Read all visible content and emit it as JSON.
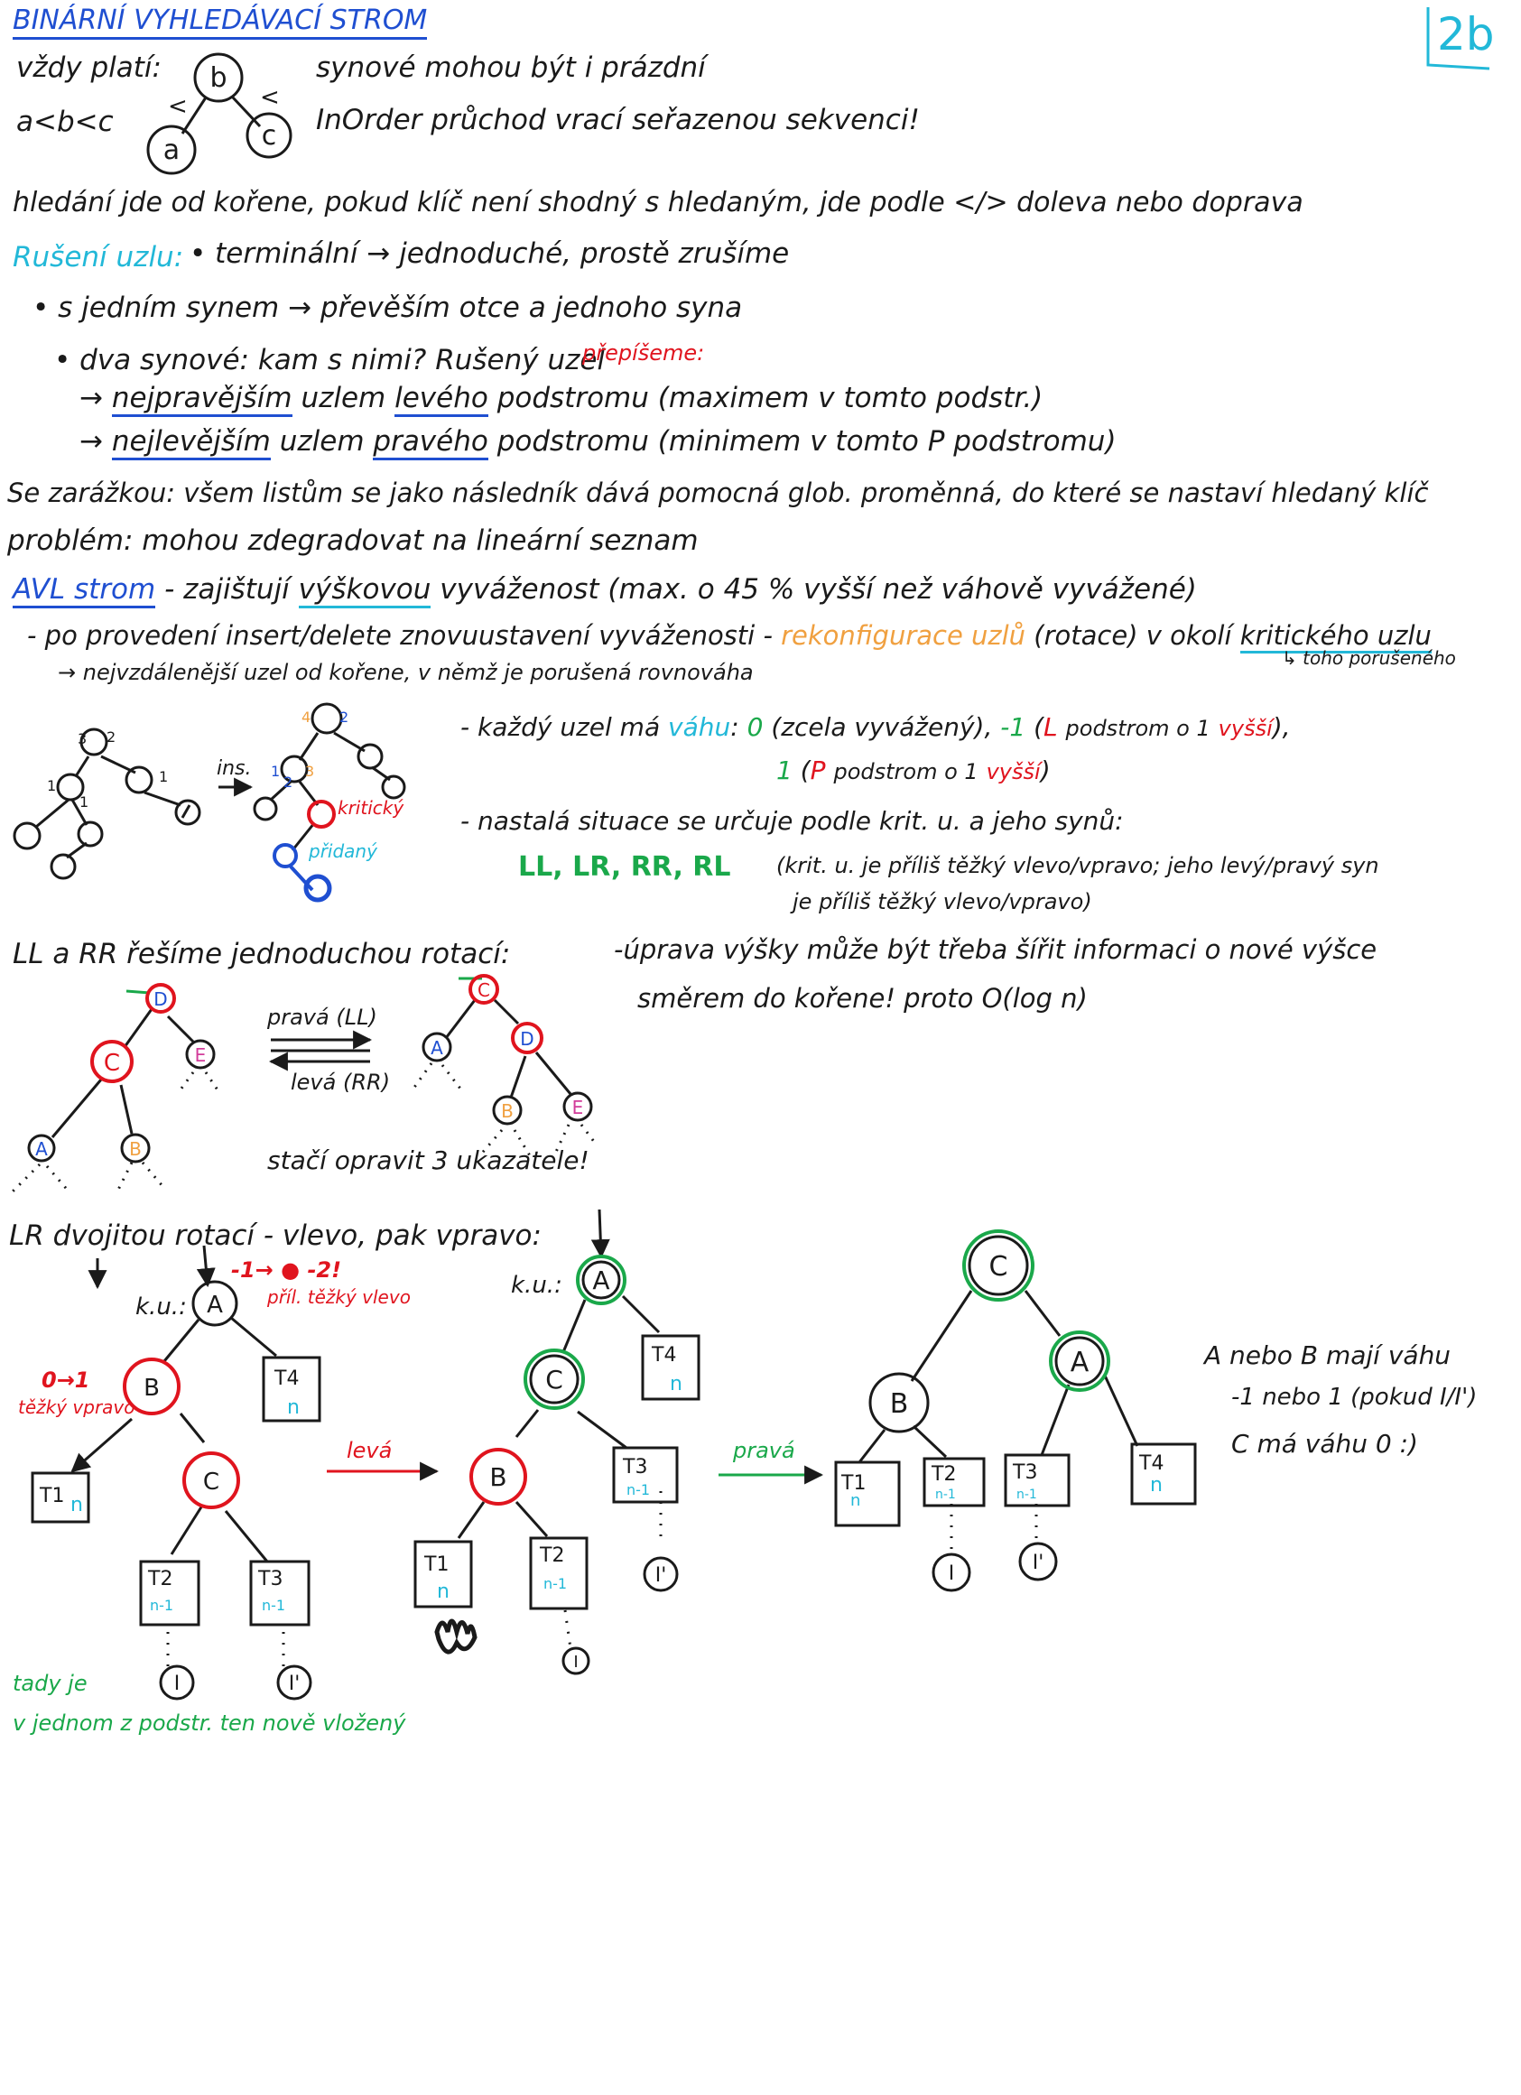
{
  "page_number": "2b",
  "title": "BINÁRNÍ VYHLEDÁVACÍ STROM",
  "intro": {
    "always_holds": "vždy platí:",
    "order": "a<b<c",
    "node_labels": [
      "b",
      "a",
      "c"
    ],
    "lt": "<",
    "sons_empty": "synové mohou být i prázdní",
    "inorder": "InOrder průchod vrací seřazenou sekvenci!"
  },
  "search_line": "hledání jde od kořene, pokud klíč není shodný s hledaným, jde podle </> doleva nebo doprava",
  "deletion": {
    "heading": "Rušení uzlu:",
    "terminal": "• terminální → jednoduché, prostě zrušíme",
    "one_son": "• s jedním synem → převěším otce a jednoho syna",
    "two_sons": "• dva synové: kam s nimi? Rušený uzel",
    "overwrite": "přepíšeme:",
    "opt1_pre": "→",
    "opt1_a": "nejpravějším",
    "opt1_b": "uzlem",
    "opt1_c": "levého",
    "opt1_d": "podstromu (maximem v tomto podstr.)",
    "opt2_pre": "→",
    "opt2_a": "nejlevějším",
    "opt2_b": "uzlem",
    "opt2_c": "pravého",
    "opt2_d": "podstromu (minimem v tomto P podstromu)"
  },
  "sentinel": "Se zarážkou: všem listům se jako následník dává pomocná glob. proměnná, do které se nastaví hledaný klíč",
  "problem": "problém: mohou zdegradovat na lineární seznam",
  "avl": {
    "heading": "AVL strom",
    "desc_a": "- zajištují",
    "desc_b": "výškovou",
    "desc_c": "vyváženost (max. o 45 % vyšší než váhově vyvážené)",
    "insert_a": "- po provedení insert/delete znovuustavení vyváženosti -",
    "insert_b": "rekonfigurace uzlů",
    "insert_c": "(rotace) v okolí",
    "insert_d": "kritického uzlu",
    "insert_note": "↳ toho porušeného",
    "furthest": "→ nejvzdálenější uzel od kořene, v němž je porušená rovnováha"
  },
  "weights": {
    "line1_a": "- každý uzel má",
    "line1_b": "váhu",
    "line1_c": ":",
    "zero": "0",
    "zero_note": "(zcela vyvážený),",
    "minus": "-1",
    "minus_note_a": "(",
    "minus_L": "L",
    "minus_note_b": "podstrom o 1",
    "higher": "vyšší",
    "close": "),",
    "plus": "1",
    "plus_note_a": "(",
    "plus_P": "P",
    "plus_note_b": "podstrom o 1",
    "plus_close": ")"
  },
  "situation": {
    "line1": "- nastalá situace se určuje podle krit. u. a jeho synů:",
    "cases": "LL, LR, RR, RL",
    "line2": "(krit. u. je příliš těžký vlevo/vpravo; jeho levý/pravý syn",
    "line3": "je příliš těžký vlevo/vpravo)"
  },
  "height_update": {
    "line1": "-úprava výšky může být třeba šířit informaci o nové výšce",
    "line2": "směrem do kořene! proto O(log n)"
  },
  "tree_small": {
    "left_labels": [
      "3",
      "2",
      "1",
      "1",
      "1"
    ],
    "ins_label": "ins.",
    "right_labels": [
      "4",
      "2",
      "1",
      "2",
      "3"
    ],
    "critical": "kritický",
    "added": "přidaný"
  },
  "ll_rr": {
    "heading": "LL a RR řešíme jednoduchou rotací:",
    "right_rot": "pravá (LL)",
    "left_rot": "levá (RR)",
    "fix": "stačí opravit 3 ukazatele!",
    "nodes": [
      "D",
      "C",
      "E",
      "A",
      "B"
    ]
  },
  "lr": {
    "heading": "LR dvojitou rotací - vlevo, pak vpravo:",
    "ku": "k.u.:",
    "ku2": "k.u.:",
    "change_a": "-1→",
    "change_b": "-2!",
    "heavy_left": "příl. těžký vlevo",
    "change_b_node": "0→1",
    "heavy_right": "těžký vpravo",
    "left_arrow": "levá",
    "right_arrow": "pravá",
    "note1": "tady je",
    "note2": "v jednom z podstr. ten nově vložený",
    "t1": "T1",
    "t2": "T2",
    "t3": "T3",
    "t4": "T4",
    "n": "n",
    "n1": "n-1",
    "i": "I",
    "i2": "I'",
    "summary1": "A nebo B mají váhu",
    "summary2": "-1 nebo 1 (pokud I/I')",
    "summary3": "C má váhu 0 :)"
  },
  "colors": {
    "ink": "#1a1a1a",
    "blue": "#1f4fd1",
    "cyan": "#22b8d8",
    "red": "#e0141e",
    "orange": "#f0a040",
    "green": "#1aa84a",
    "magenta": "#d23c9a"
  }
}
